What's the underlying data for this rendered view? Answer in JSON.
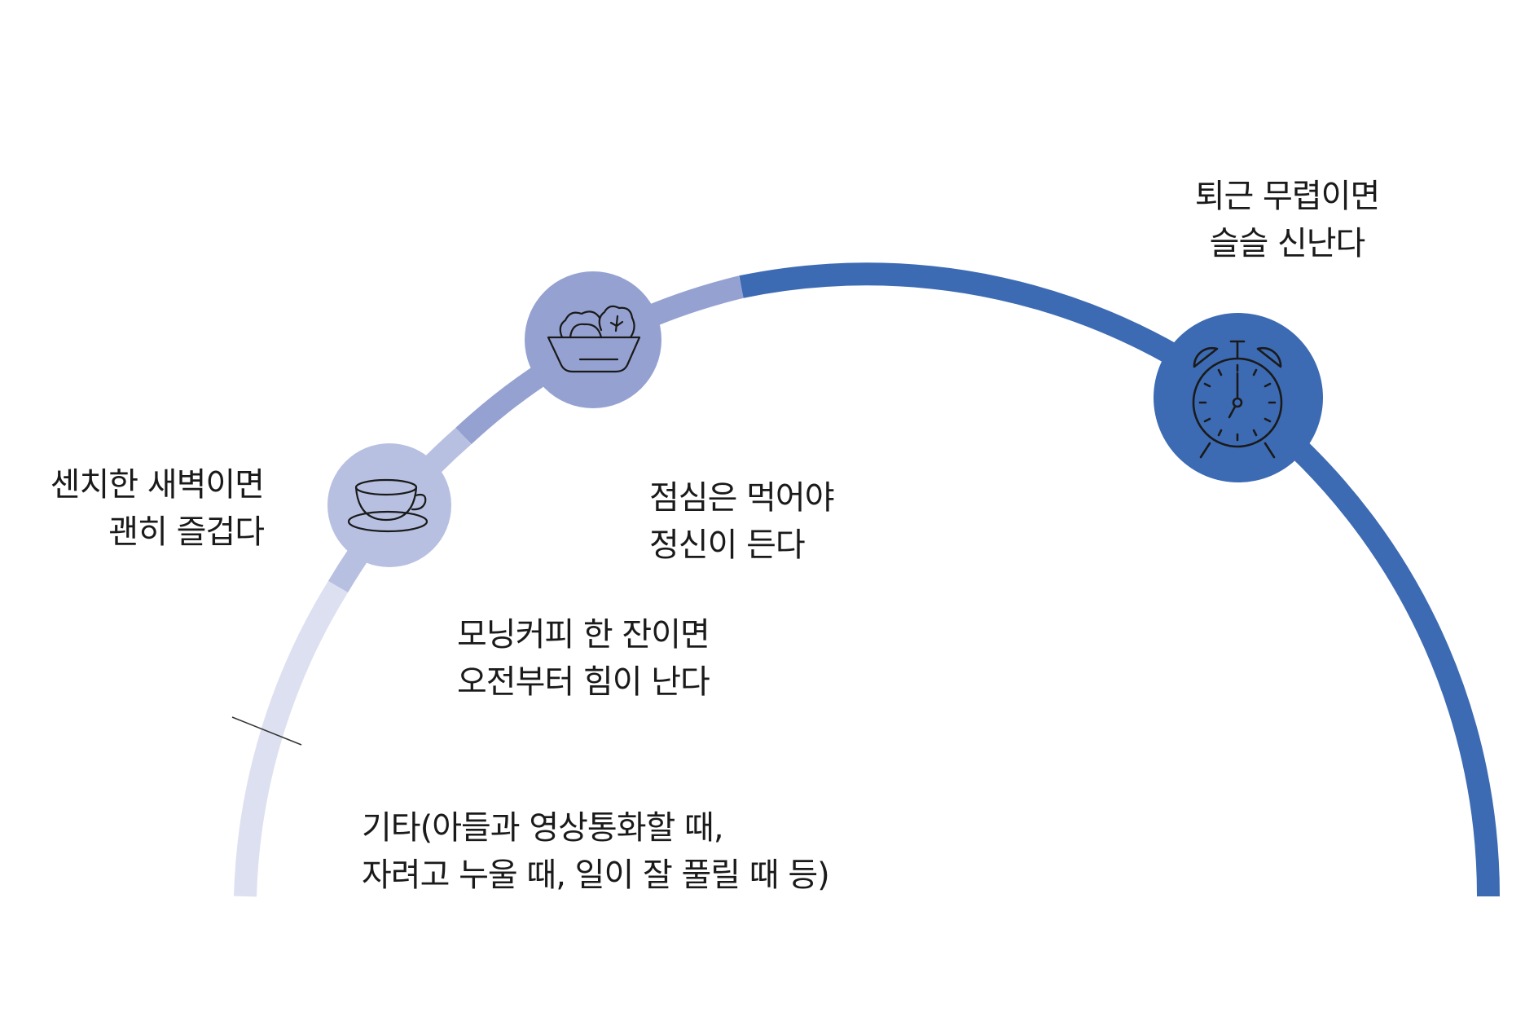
{
  "segments": [
    {
      "label_lines": [
        "기타(아들과 영상통화할 때,",
        "자려고 누울 때, 일이 잘 풀릴 때 등)"
      ],
      "color": "#dde0f0"
    },
    {
      "label_lines": [
        "센치한 새벽이면",
        "괜히 즐겁다"
      ],
      "color": "#b7c0e1",
      "icon": "coffee-cup-icon"
    },
    {
      "label_lines": [
        "모닝커피 한 잔이면",
        "오전부터 힘이 난다"
      ],
      "color": "#95a2d1"
    },
    {
      "label_lines": [
        "점심은 먹어야",
        "정신이 든다"
      ],
      "color": "#95a2d1",
      "icon": "salad-bowl-icon"
    },
    {
      "label_lines": [
        "퇴근 무렵이면",
        "슬슬 신난다"
      ],
      "color": "#3c6bb4",
      "icon": "alarm-clock-icon"
    }
  ]
}
